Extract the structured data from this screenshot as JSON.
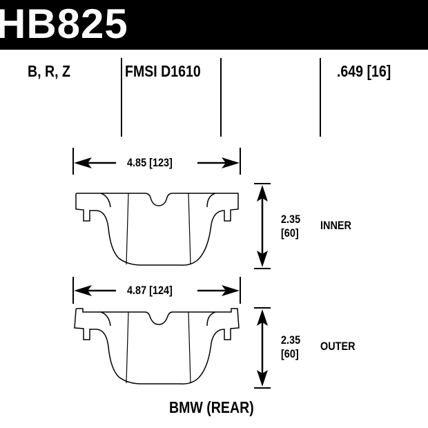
{
  "header": {
    "part_number": "HB825"
  },
  "specs": {
    "compounds": "B, R, Z",
    "fmsi": "FMSI D1610",
    "thickness": ".649 [16]"
  },
  "inner": {
    "width_label": "4.85  [123]",
    "height_in": "2.35",
    "height_mm": "[60]",
    "label": "INNER"
  },
  "outer": {
    "width_label": "4.87  [124]",
    "height_in": "2.35",
    "height_mm": "[60]",
    "label": "OUTER"
  },
  "application": "BMW (REAR)"
}
